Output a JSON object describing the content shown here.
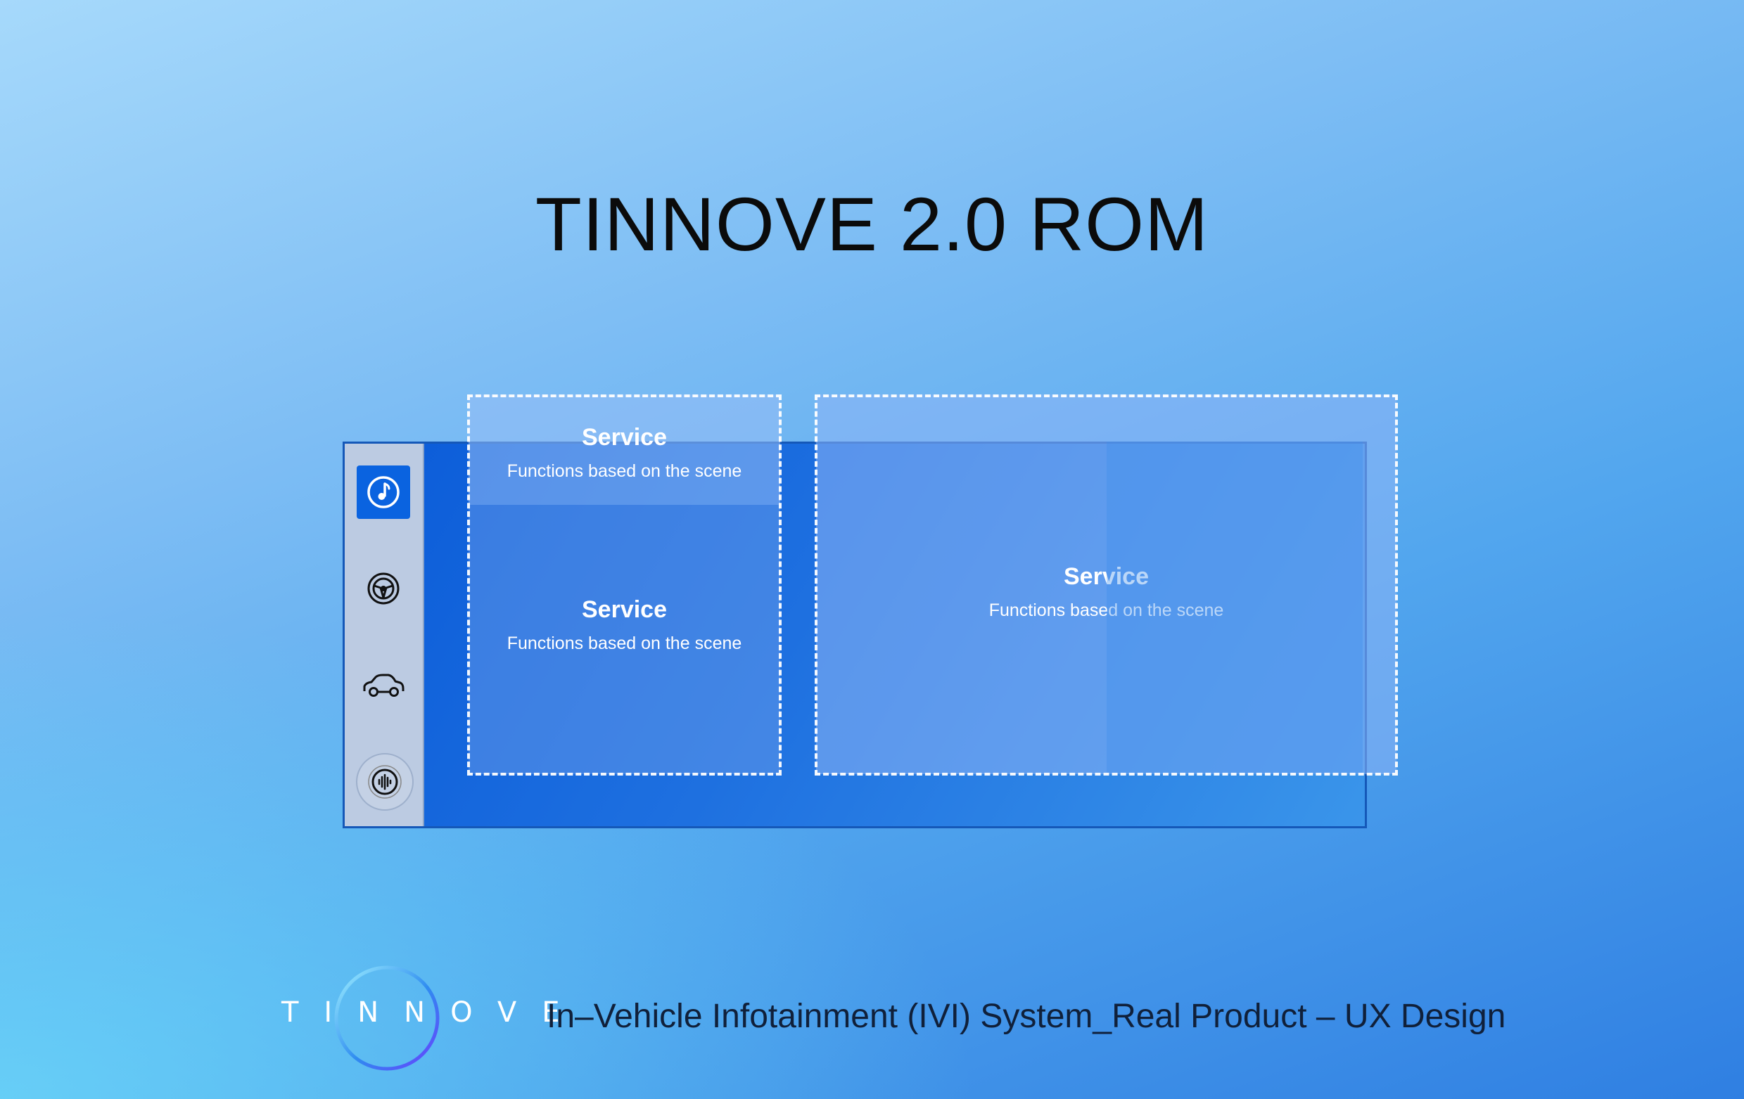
{
  "title": "TINNOVE 2.0 ROM",
  "sidebar": {
    "items": [
      {
        "icon": "music-note-icon",
        "active": true
      },
      {
        "icon": "steering-wheel-icon",
        "active": false
      },
      {
        "icon": "car-icon",
        "active": false
      },
      {
        "icon": "voice-assistant-icon",
        "active": false
      }
    ]
  },
  "services": [
    {
      "title": "Service",
      "description": "Functions based on the scene"
    },
    {
      "title": "Service",
      "description": "Functions based on the scene"
    },
    {
      "title": "Service",
      "description": "Functions based on the scene"
    }
  ],
  "footer": {
    "logo_text": "TINNOVE",
    "tagline": "In–Vehicle Infotainment (IVI) System_Real Product –  UX Design"
  },
  "colors": {
    "accent": "#0a63e0",
    "screen": "#1e70e0",
    "sidebar": "#bccbe2"
  }
}
